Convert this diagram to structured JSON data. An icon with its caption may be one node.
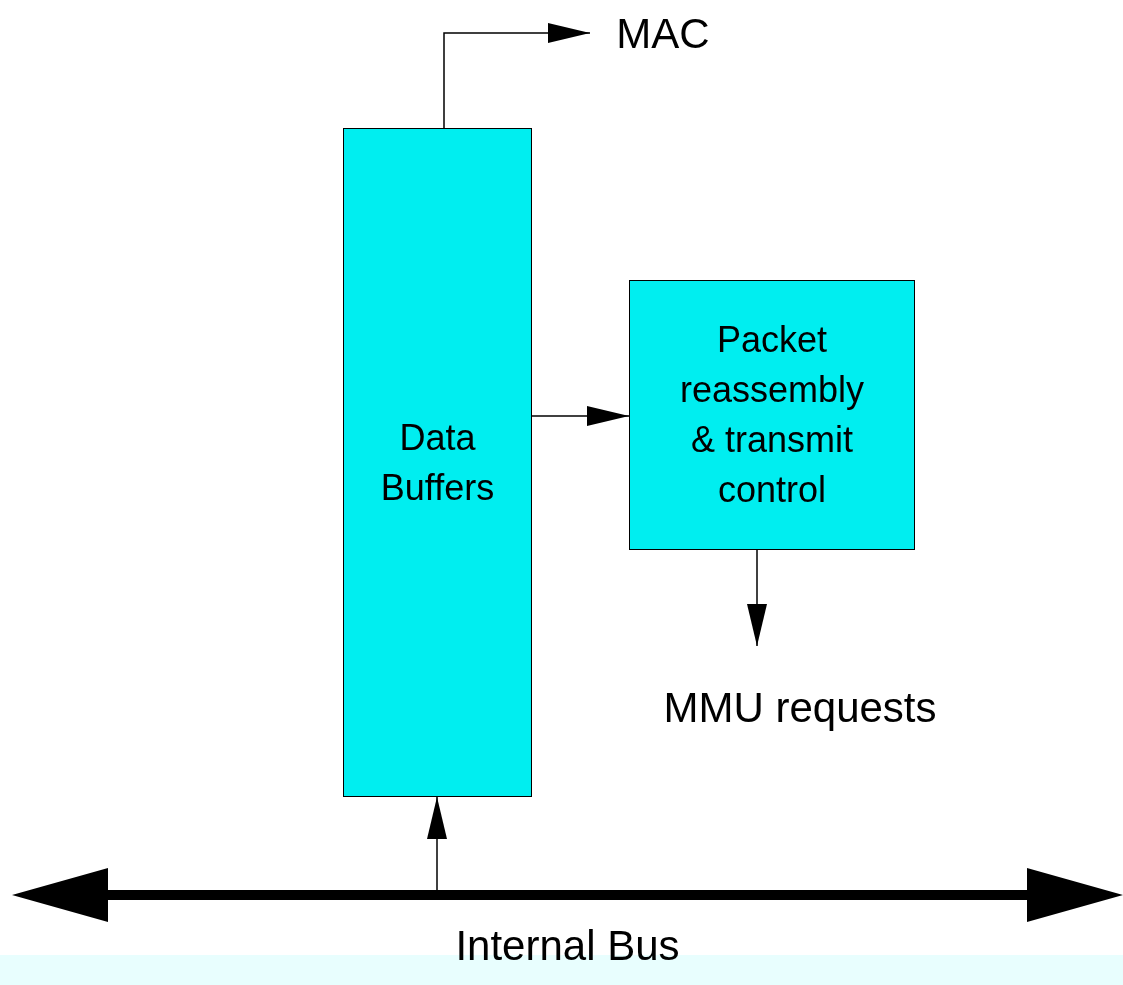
{
  "diagram": {
    "nodes": [
      {
        "text": [
          "MAC"
        ]
      },
      {
        "text": [
          "Data Buffers"
        ]
      },
      {
        "text": [
          "Packet reassembly & transmit control"
        ]
      },
      {
        "text": [
          "MMU requests"
        ]
      },
      {
        "text": [
          "Internal Bus"
        ]
      }
    ],
    "edges": [
      {
        "from": 1,
        "to": 0,
        "arrow": "to"
      },
      {
        "from": 1,
        "to": 2,
        "arrow": "to"
      },
      {
        "from": 2,
        "to": 3,
        "arrow": "to"
      },
      {
        "from": 4,
        "to": 1,
        "arrow": "to"
      }
    ]
  }
}
